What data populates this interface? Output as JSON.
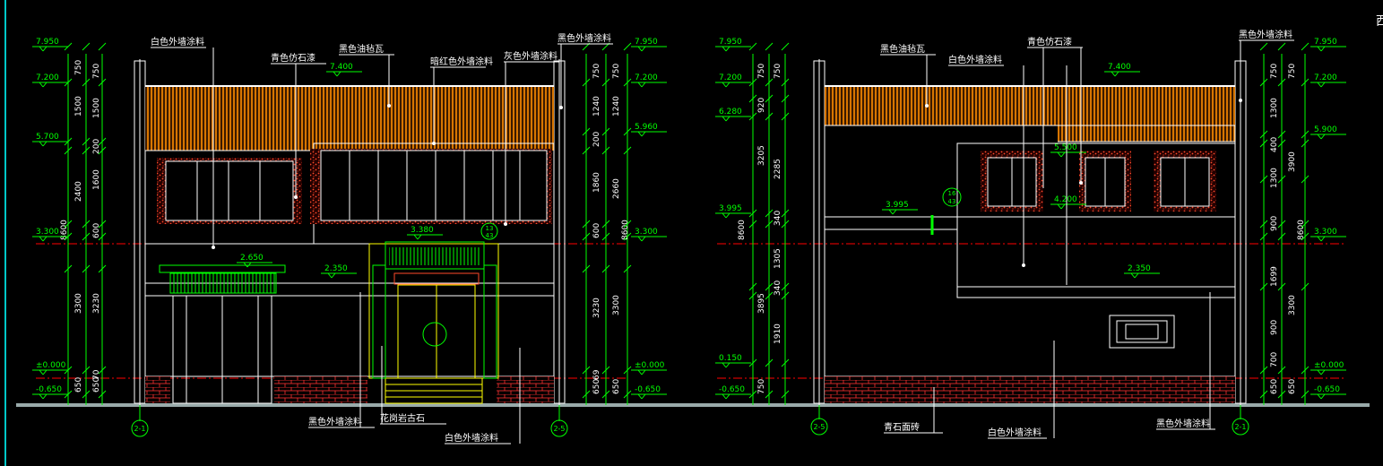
{
  "colors": {
    "background": "#000000",
    "frame": "#00c8c8",
    "dimension": "#00ff00",
    "outline": "#ffffff",
    "roof_tile": "#ff8c00",
    "brick": "#ff3030",
    "axis": "#ff0000",
    "door_frame": "#ffff00"
  },
  "corner_text": "西",
  "left_elevation": {
    "levels_left": [
      "7.950",
      "7.200",
      "5.700",
      "3.300",
      "±0.000",
      "-0.650"
    ],
    "levels_right": [
      "7.950",
      "7.200",
      "5.960",
      "3.300",
      "±0.000",
      "-0.650"
    ],
    "level_mid": [
      "7.400",
      "3.380",
      "2.650",
      "2.350"
    ],
    "dims_outer_left": [
      "750",
      "1500",
      "2400",
      "3300",
      "650"
    ],
    "dims_inner_left": [
      "750",
      "1500",
      "200",
      "1600",
      "600",
      "3230",
      "70",
      "650"
    ],
    "dims_total_left": "8600",
    "dims_inner_right": [
      "750",
      "1240",
      "200",
      "1860",
      "600",
      "3230",
      "69",
      "650"
    ],
    "dims_outer_right": [
      "750",
      "1240",
      "2660",
      "3300",
      "650"
    ],
    "dims_total_right": "8600",
    "labels_top": [
      "白色外墙涂料",
      "青色仿石漆",
      "黑色油毡瓦",
      "暗红色外墙涂料",
      "灰色外墙涂料",
      "黑色外墙涂料"
    ],
    "labels_bottom": [
      "黑色外墙涂料",
      "花岗岩古石",
      "白色外墙涂料"
    ],
    "grid_left": "2-1",
    "grid_right": "2-5",
    "detail_ref": [
      "13",
      "43"
    ]
  },
  "right_elevation": {
    "levels_left": [
      "7.950",
      "7.200",
      "6.280",
      "3.995",
      "0.150",
      "-0.650"
    ],
    "levels_right": [
      "7.950",
      "7.200",
      "5.900",
      "3.300",
      "±0.000",
      "-0.650"
    ],
    "level_mid": [
      "7.400",
      "3.995",
      "5.500",
      "4.200",
      "2.350"
    ],
    "dims_outer_left": [
      "750",
      "920",
      "3205",
      "3895",
      "750"
    ],
    "dims_inner_left": [
      "750",
      "2285",
      "340",
      "1305",
      "340",
      "1910"
    ],
    "dims_total_left": "8600",
    "dims_inner_right": [
      "750",
      "1300",
      "400",
      "1300",
      "900",
      "1699",
      "900",
      "700",
      "650"
    ],
    "dims_outer_right": [
      "750",
      "3900",
      "3300",
      "650"
    ],
    "dims_total_right": "8600",
    "labels_top": [
      "黑色油毡瓦",
      "青色仿石漆",
      "白色外墙涂料",
      "黑色外墙涂料"
    ],
    "labels_bottom": [
      "青石面砖",
      "白色外墙涂料",
      "黑色外墙涂料"
    ],
    "grid_left": "2-5",
    "grid_right": "2-1",
    "detail_ref": [
      "16",
      "43"
    ]
  }
}
